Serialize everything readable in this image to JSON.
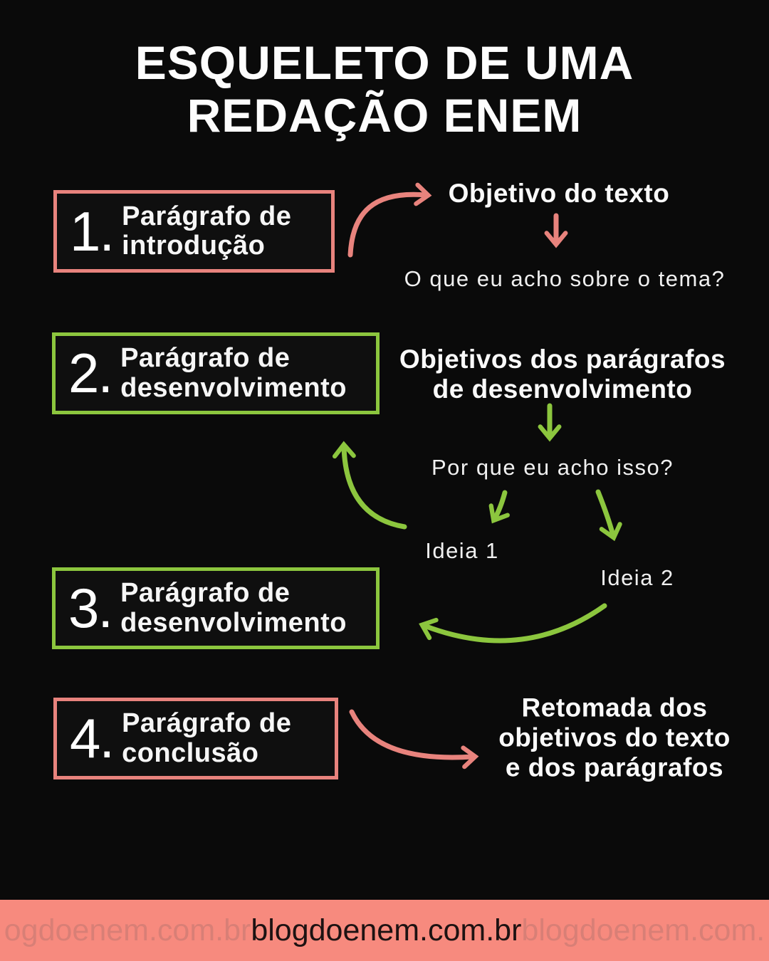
{
  "title": {
    "line1": "ESQUELETO DE UMA",
    "line2": "REDAÇÃO ENEM"
  },
  "boxes": [
    {
      "number": "1.",
      "line1": "Parágrafo de",
      "line2": "introdução"
    },
    {
      "number": "2.",
      "line1": "Parágrafo de",
      "line2": "desenvolvimento"
    },
    {
      "number": "3.",
      "line1": "Parágrafo de",
      "line2": "desenvolvimento"
    },
    {
      "number": "4.",
      "line1": "Parágrafo de",
      "line2": "conclusão"
    }
  ],
  "annotations": {
    "objetivo": "Objetivo do texto",
    "pergunta1": "O que eu acho sobre o tema?",
    "objetivos_l1": "Objetivos dos parágrafos",
    "objetivos_l2": "de desenvolvimento",
    "pergunta2": "Por que eu acho isso?",
    "ideia1": "Ideia 1",
    "ideia2": "Ideia 2",
    "retomada_l1": "Retomada dos",
    "retomada_l2": "objetivos do texto",
    "retomada_l3": "e dos parágrafos"
  },
  "footer": {
    "left": "ogdoenem.com.br",
    "center": "blogdoenem.com.br",
    "right": "blogdoenem.com."
  },
  "colors": {
    "pink": "#E8837D",
    "green": "#8CC63E",
    "bg": "#0a0a0a",
    "footer_bg": "#F78A7E",
    "footer_text": "#1d1212",
    "footer_faded": "#d87f76"
  }
}
